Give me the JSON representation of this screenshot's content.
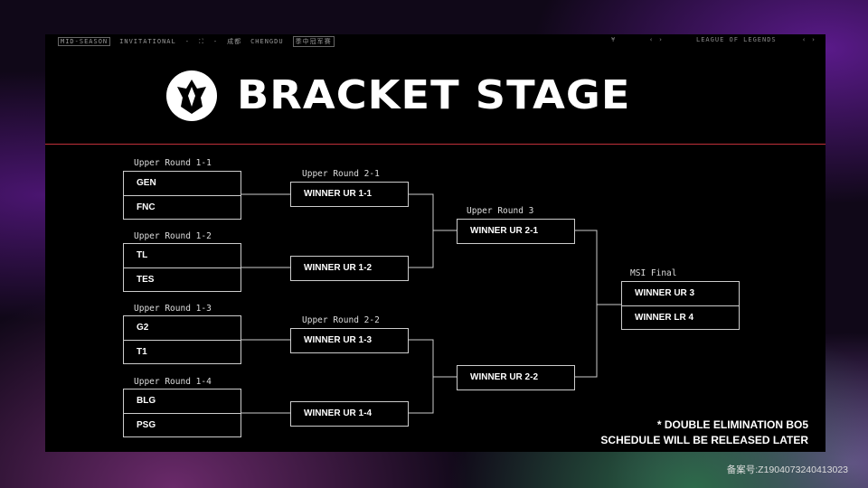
{
  "topbar": {
    "event1": "MID-SEASON",
    "event2": "INVITATIONAL",
    "dash": "-",
    "city_cn": "成都",
    "city": "CHENGDU",
    "tag_cn": "季中冠军赛",
    "right_mark": "¥",
    "right_code": "‹ ›",
    "game": "LEAGUE OF LEGENDS",
    "right_code2": "‹ ›"
  },
  "title": "BRACKET STAGE",
  "rounds": {
    "r1": [
      {
        "label": "Upper Round 1-1",
        "teams": [
          "GEN",
          "FNC"
        ]
      },
      {
        "label": "Upper Round 1-2",
        "teams": [
          "TL",
          "TES"
        ]
      },
      {
        "label": "Upper Round 1-3",
        "teams": [
          "G2",
          "T1"
        ]
      },
      {
        "label": "Upper Round 1-4",
        "teams": [
          "BLG",
          "PSG"
        ]
      }
    ],
    "r2": [
      {
        "label": "Upper Round 2-1",
        "team": "WINNER UR 1-1"
      },
      {
        "team": "WINNER UR 1-2"
      },
      {
        "label": "Upper Round 2-2",
        "team": "WINNER UR 1-3"
      },
      {
        "team": "WINNER UR 1-4"
      }
    ],
    "r3": [
      {
        "label": "Upper Round 3",
        "team": "WINNER UR 2-1"
      },
      {
        "team": "WINNER UR 2-2"
      }
    ],
    "final": {
      "label": "MSI Final",
      "teams": [
        "WINNER UR 3",
        "WINNER LR 4"
      ]
    }
  },
  "note": [
    "* DOUBLE ELIMINATION BO5",
    "SCHEDULE WILL BE RELEASED LATER"
  ],
  "icp": "备案号:Z1904073240413023"
}
